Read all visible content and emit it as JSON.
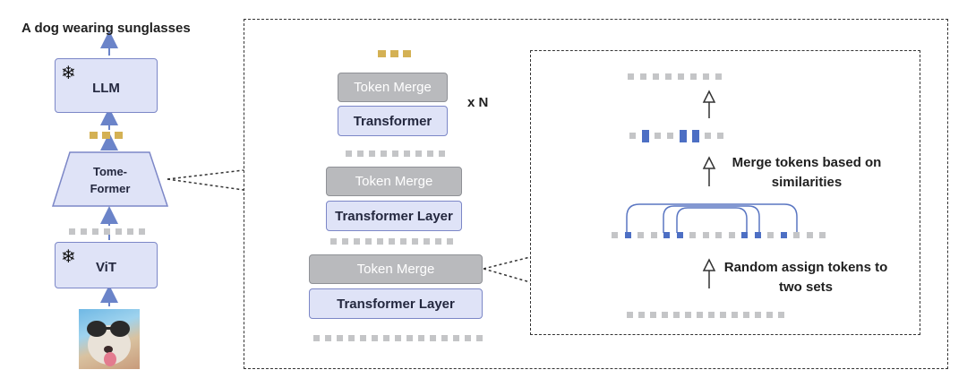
{
  "left": {
    "caption": "A dog wearing sunglasses",
    "llm_label": "LLM",
    "tomeformer_label_line1": "Tome-",
    "tomeformer_label_line2": "Former",
    "vit_label": "ViT",
    "frozen_icon": "snowflake-icon",
    "input_image": "dog-with-sunglasses-photo"
  },
  "middle": {
    "blocks": [
      {
        "merge_label": "Token Merge",
        "transformer_label": "Transformer"
      },
      {
        "merge_label": "Token Merge",
        "transformer_label": "Transformer Layer"
      },
      {
        "merge_label": "Token Merge",
        "transformer_label": "Transformer Layer"
      }
    ],
    "repeat_label": "x N"
  },
  "right": {
    "step_merge_line1": "Merge tokens based on",
    "step_merge_line2": "similarities",
    "step_assign_line1": "Random assign tokens to",
    "step_assign_line2": "two sets"
  },
  "colors": {
    "block_fill": "#dfe3f7",
    "block_border": "#7c87c7",
    "merge_fill": "#b9babd",
    "token_gray": "#c4c5c7",
    "token_gold": "#d4b154",
    "token_blue": "#4d6fc4",
    "arrow_blue": "#6b84c9"
  }
}
